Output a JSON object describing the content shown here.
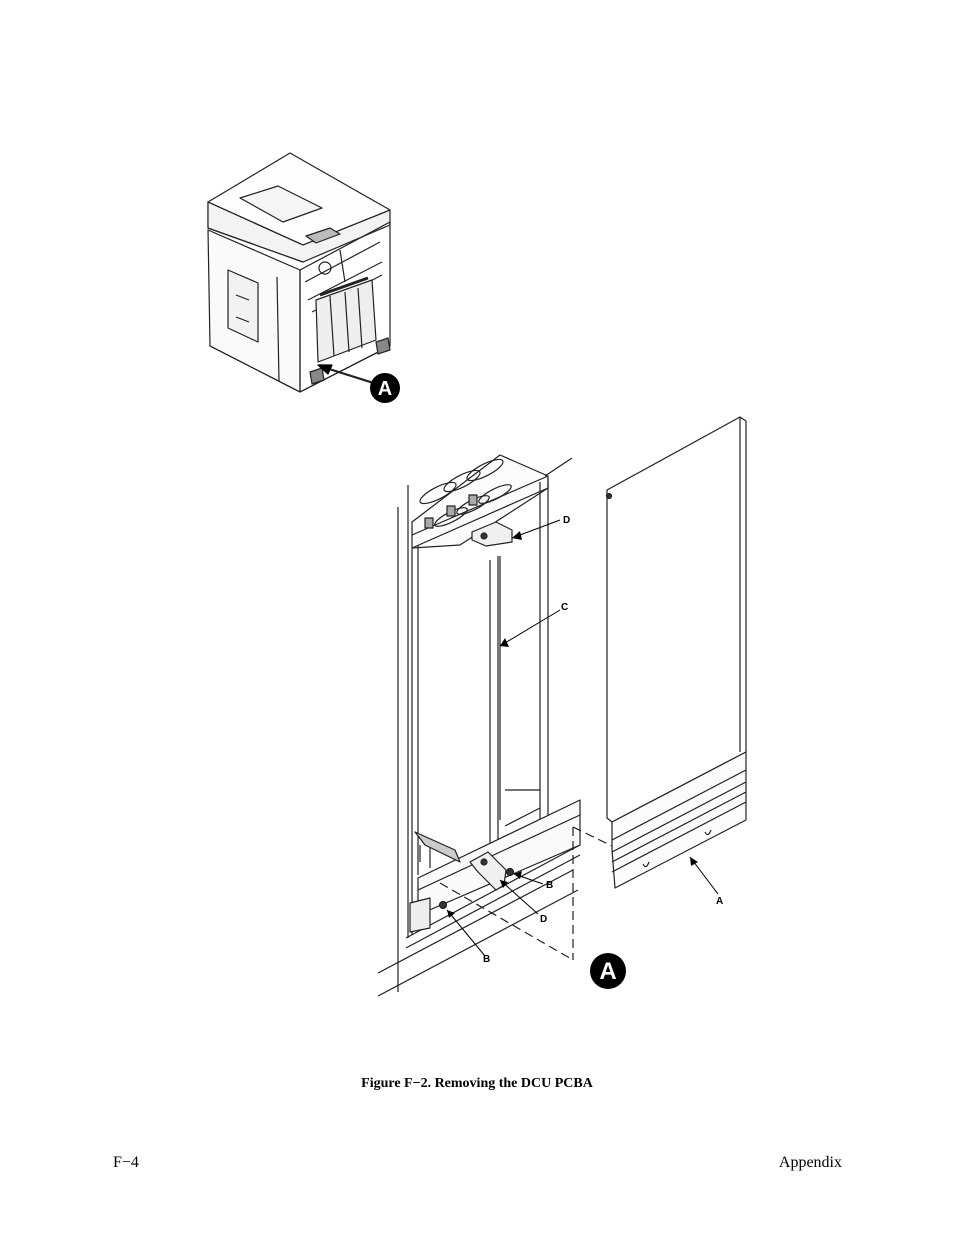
{
  "figure": {
    "callouts": {
      "top": "A",
      "bottom": "A"
    },
    "labels": {
      "d_top": "D",
      "c": "C",
      "b_right": "B",
      "d_bottom": "D",
      "b_left": "B",
      "a": "A"
    }
  },
  "caption": "Figure F−2. Removing the DCU PCBA",
  "footer": {
    "page": "F−4",
    "section": "Appendix"
  }
}
